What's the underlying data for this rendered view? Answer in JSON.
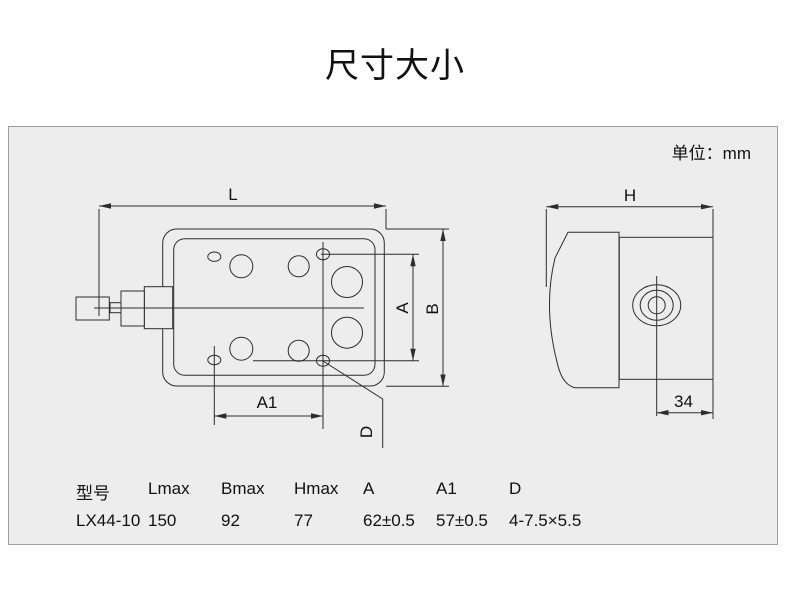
{
  "title": "尺寸大小",
  "unit_label": "单位：mm",
  "drawing": {
    "labels": {
      "L": "L",
      "H": "H",
      "A": "A",
      "B": "B",
      "A1": "A1",
      "D": "D",
      "offset34": "34"
    }
  },
  "table": {
    "headers": [
      "型号",
      "Lmax",
      "Bmax",
      "Hmax",
      "A",
      "A1",
      "D"
    ],
    "row": [
      "LX44-10",
      "150",
      "92",
      "77",
      "62±0.5",
      "57±0.5",
      "4-7.5×5.5"
    ]
  },
  "colors": {
    "page_bg": "#ffffff",
    "panel_bg": "#ededed",
    "panel_border": "#9e9e9e",
    "line": "#2d2d2d",
    "text": "#111111"
  }
}
